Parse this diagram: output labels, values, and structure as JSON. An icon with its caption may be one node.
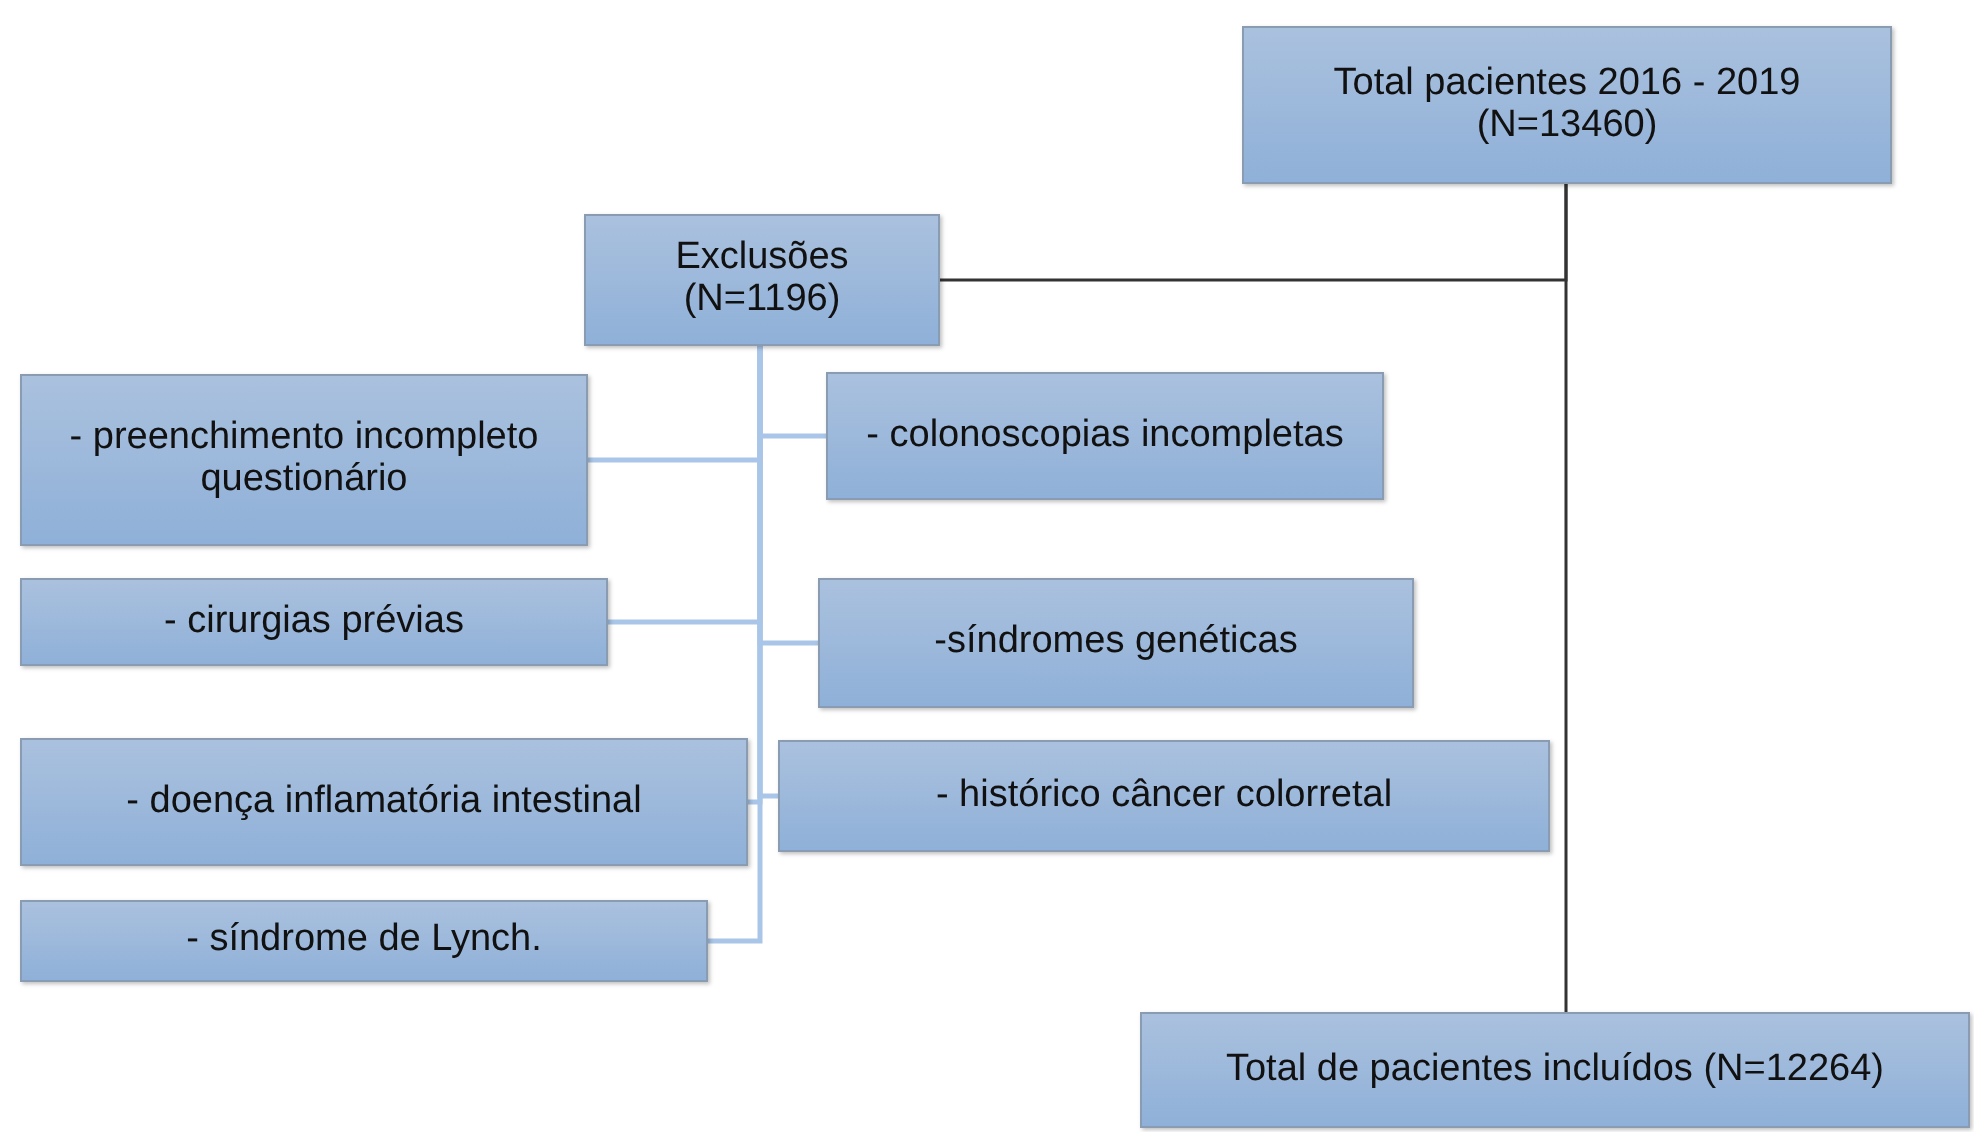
{
  "diagram": {
    "nodes": [
      {
        "text": [
          "Total pacientes 2016 - 2019  (N=13460)"
        ]
      },
      {
        "text": [
          "Exclusões (N=1196)"
        ]
      },
      {
        "text": [
          "- preenchimento incompleto questionário"
        ]
      },
      {
        "text": [
          "- colonoscopias incompletas"
        ]
      },
      {
        "text": [
          "- cirurgias prévias"
        ]
      },
      {
        "text": [
          "-síndromes genéticas"
        ]
      },
      {
        "text": [
          "- doença inflamatória intestinal"
        ]
      },
      {
        "text": [
          "- histórico câncer colorretal"
        ]
      },
      {
        "text": [
          "- síndrome de Lynch."
        ]
      },
      {
        "text": [
          "Total de pacientes incluídos (N=12264)"
        ]
      }
    ],
    "edges": [
      {
        "from": 0,
        "to": 1,
        "arrow": "none",
        "color": "#333333"
      },
      {
        "from": 0,
        "to": 9,
        "arrow": "none",
        "color": "#333333"
      },
      {
        "from": 1,
        "to": 2,
        "arrow": "none"
      },
      {
        "from": 1,
        "to": 3,
        "arrow": "none"
      },
      {
        "from": 1,
        "to": 4,
        "arrow": "none"
      },
      {
        "from": 1,
        "to": 5,
        "arrow": "none"
      },
      {
        "from": 1,
        "to": 6,
        "arrow": "none"
      },
      {
        "from": 1,
        "to": 7,
        "arrow": "none"
      },
      {
        "from": 1,
        "to": 8,
        "arrow": "none"
      }
    ]
  }
}
